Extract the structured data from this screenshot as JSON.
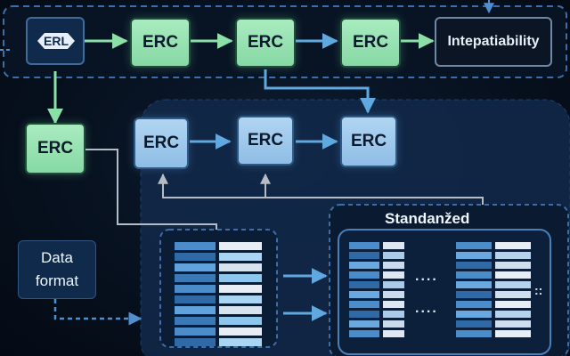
{
  "top_row": {
    "logo_text": "ERL",
    "nodes": [
      "ERC",
      "ERC",
      "ERC"
    ],
    "end_label": "Intepatiability"
  },
  "middle_row": {
    "left_node": "ERC",
    "nodes": [
      "ERC",
      "ERC",
      "ERC"
    ]
  },
  "data_format": {
    "line1": "Data",
    "line2": "format"
  },
  "standardized": {
    "title": "Standanžed",
    "ellipsis": "....",
    "side_dots": "::"
  },
  "colors": {
    "green_node": "#9be4b6",
    "blue_node": "#a3cbee",
    "navy_box": "#0f2a4b",
    "accent_arrow": "#69bde9"
  }
}
